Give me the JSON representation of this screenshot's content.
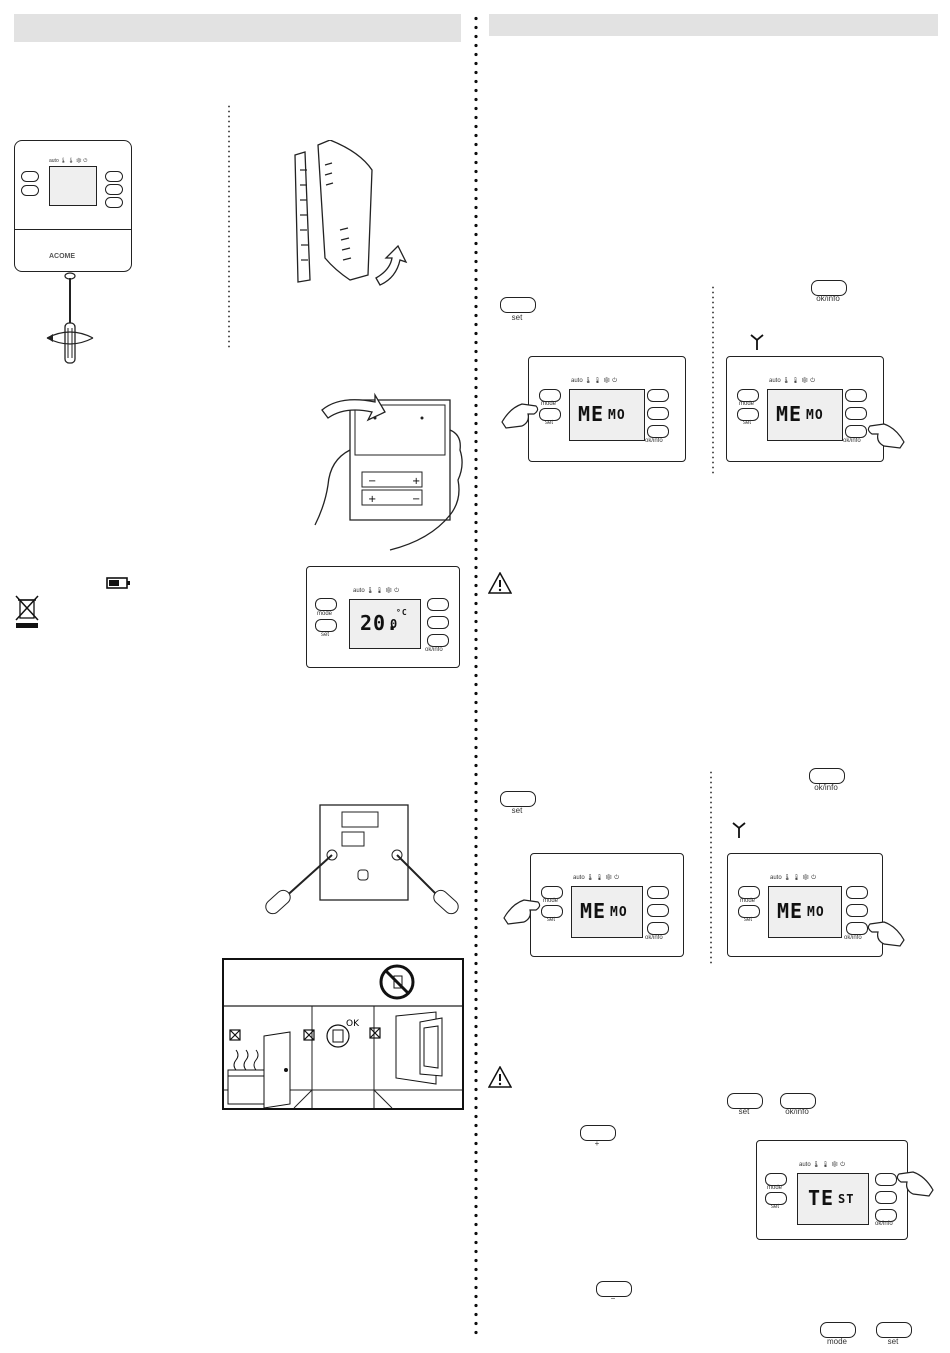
{
  "brand": "ACOME",
  "buttons": {
    "mode": "mode",
    "set": "set",
    "ok_info": "ok/info",
    "plus": "+",
    "minus": "−"
  },
  "lcd": {
    "memo_main": "ME",
    "memo_small": "MO",
    "temp_main": "20.",
    "temp_small": "0",
    "temp_unit": "°C",
    "test_main": "TE",
    "test_small": "ST"
  },
  "status_icons": "auto  🌡  🌡  ❄  ⏻",
  "room_ok": "OK",
  "icons": [
    "screwdriver-icon",
    "battery-low-icon",
    "weee-bin-icon",
    "warning-icon",
    "antenna-icon",
    "hand-press-icon",
    "no-sun-icon",
    "radiator-icon",
    "door-icon",
    "window-icon"
  ]
}
